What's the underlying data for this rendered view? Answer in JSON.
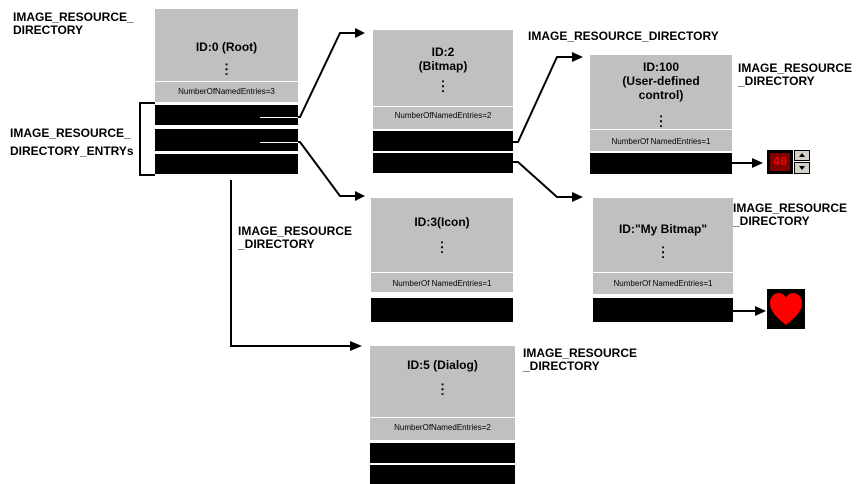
{
  "labels": {
    "root_dir": "IMAGE_RESOURCE_\nDIRECTORY",
    "entries": "IMAGE_RESOURCE_\nDIRECTORY_ENTRYs",
    "bitmap_dir": "IMAGE_RESOURCE_DIRECTORY",
    "control_dir": "IMAGE_RESOURCE\n_DIRECTORY",
    "icon_dir": "IMAGE_RESOURCE\n_DIRECTORY",
    "mybitmap_dir": "IMAGE_RESOURCE\n_DIRECTORY",
    "dialog_dir": "IMAGE_RESOURCE\n_DIRECTORY"
  },
  "nodes": {
    "root": {
      "title": "ID:0 (Root)",
      "count": "NumberOfNamedEntries=3"
    },
    "bitmap": {
      "title": "ID:2\n(Bitmap)",
      "count": "NumberOfNamedEntries=2"
    },
    "control": {
      "title": "ID:100\n(User-defined\ncontrol)",
      "count": "NumberOf NamedEntries=1"
    },
    "icon": {
      "title": "ID:3(Icon)",
      "count": "NumberOf NamedEntries=1"
    },
    "mybitmap": {
      "title": "ID:\"My Bitmap\"",
      "count": "NumberOf NamedEntries=1"
    },
    "dialog": {
      "title": "ID:5 (Dialog)",
      "count": "NumberOfNamedEntries=2"
    }
  },
  "ellipsis": ":\n:",
  "spinner": {
    "value": "40"
  },
  "icons": [
    "spin-control-icon",
    "heart-icon"
  ],
  "colors": {
    "box": "#c0c0c0",
    "entry": "#000000",
    "spin_bg": "#800000",
    "spin_text": "#ff0000",
    "heart": "#ff0000"
  }
}
